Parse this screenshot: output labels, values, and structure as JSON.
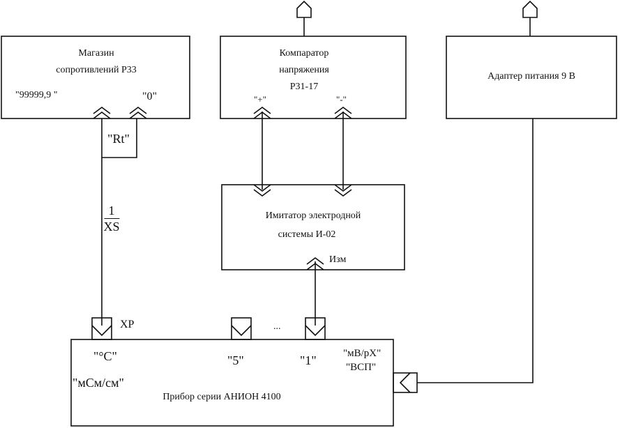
{
  "blocks": {
    "magazin": {
      "line1": "Магазин",
      "line2": "сопротивлений Р33",
      "left_term": "\"99999,9  \"",
      "right_term": "\"0\""
    },
    "comparator": {
      "line1": "Компаратор",
      "line2": "напряжения",
      "line3": "Р31-17",
      "plus": "\"+\"",
      "minus": "\"-\""
    },
    "adapter": {
      "label": "Адаптер питания 9 В"
    },
    "imitator": {
      "line1": "Имитатор электродной",
      "line2": "системы И-02",
      "izm": "Изм"
    },
    "pribor": {
      "title": "Прибор серии АНИОН 4100",
      "term_c": "\"°C\"",
      "term_msm": "\"мСм/см\"",
      "term_5": "\"5\"",
      "term_1": "\"1\"",
      "term_mv": "\"мВ/рХ\"",
      "term_vsp": "\"ВСП\""
    }
  },
  "rt_label": "\"Rt\"",
  "connector_xs": {
    "num": "1",
    "den": "XS"
  },
  "connector_xp": "XP",
  "ellipsis": "..."
}
